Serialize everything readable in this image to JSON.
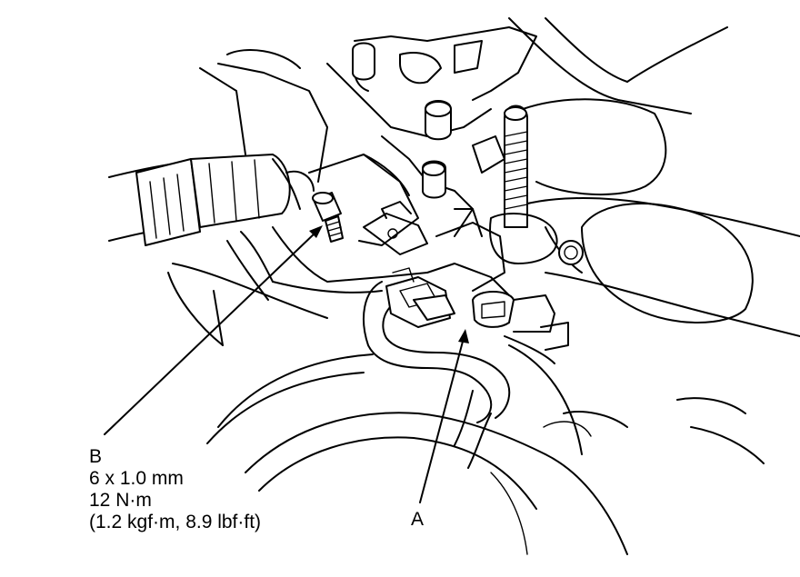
{
  "labels": {
    "a": {
      "letter": "A"
    },
    "b": {
      "letter": "B",
      "size": "6 x 1.0 mm",
      "torque_nm": "12 N·m",
      "torque_alt": "(1.2 kgf·m, 8.9 lbf·ft)"
    }
  },
  "colors": {
    "line": "#000000",
    "background": "#ffffff"
  }
}
